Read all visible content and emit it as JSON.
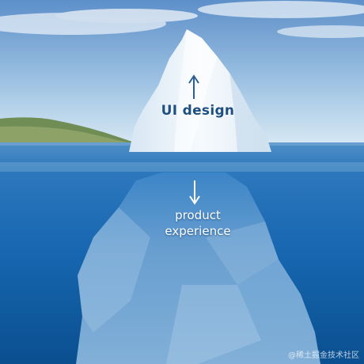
{
  "scene": {
    "above_label": "UI design",
    "below_label_line1": "product",
    "below_label_line2": "experience",
    "watermark": "@稀土掘金技术社区",
    "icons": [
      "arrow-up-icon",
      "arrow-down-icon"
    ],
    "colors": {
      "sky_top": "#5d8fc9",
      "sky_bottom": "#d7e8f3",
      "sea_surface": "#4f8fc6",
      "deep_water": "#0a4f8f",
      "ice": "#f3f8fc",
      "submerged_ice": "#6fa3d2",
      "above_text": "#1d4f80",
      "below_text": "#ffffff"
    }
  }
}
